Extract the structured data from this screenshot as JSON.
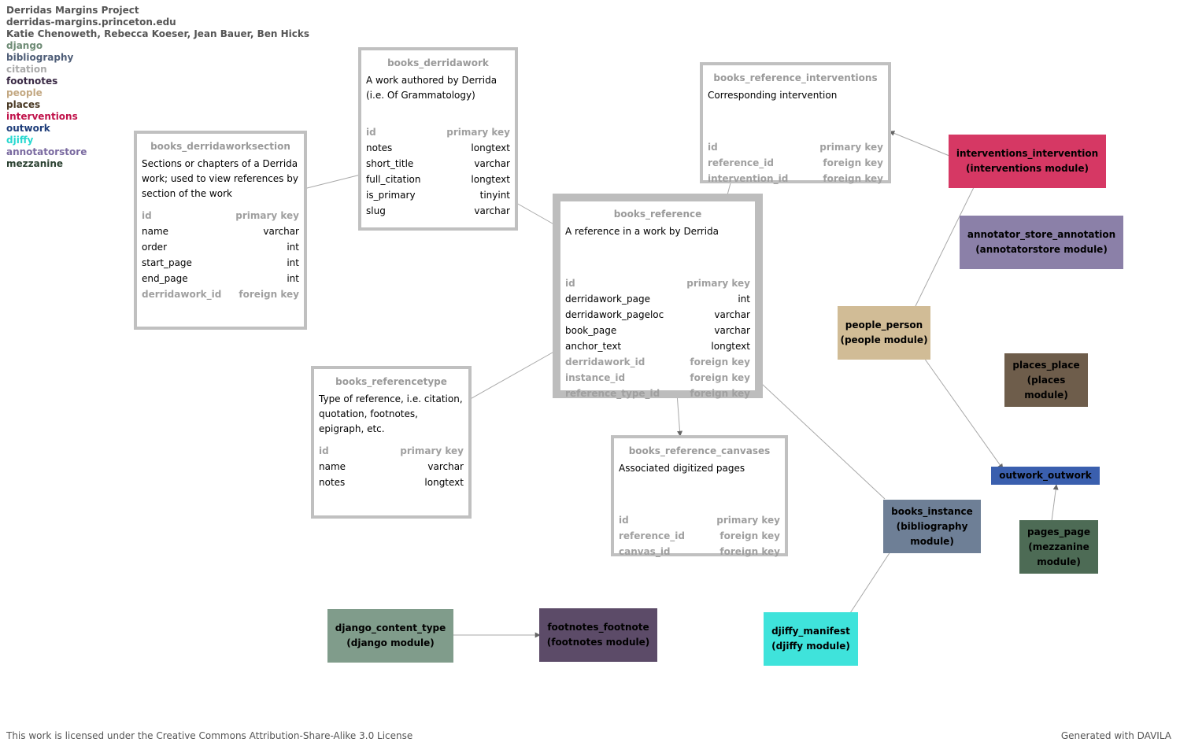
{
  "legend": [
    {
      "text": "Derridas Margins Project",
      "color": "#555555"
    },
    {
      "text": "derridas-margins.princeton.edu",
      "color": "#555555"
    },
    {
      "text": "Katie Chenoweth, Rebecca Koeser, Jean Bauer, Ben Hicks",
      "color": "#555555"
    },
    {
      "text": "django",
      "color": "#6e8b75"
    },
    {
      "text": "bibliography",
      "color": "#4f5e78"
    },
    {
      "text": "citation",
      "color": "#a9a9a9"
    },
    {
      "text": "footnotes",
      "color": "#3a2a45"
    },
    {
      "text": "people",
      "color": "#c3a882"
    },
    {
      "text": "places",
      "color": "#4a3a25"
    },
    {
      "text": "interventions",
      "color": "#c0124a"
    },
    {
      "text": "outwork",
      "color": "#1e3d7a"
    },
    {
      "text": "djiffy",
      "color": "#28d8d0"
    },
    {
      "text": "annotatorstore",
      "color": "#7a6aa0"
    },
    {
      "text": "mezzanine",
      "color": "#2a4030"
    }
  ],
  "tables": {
    "derridawork": {
      "name": "books_derridawork",
      "description": "A work authored by Derrida (i.e. Of Grammatology)",
      "fields": [
        {
          "name": "id",
          "type": "primary key",
          "key": true
        },
        {
          "name": "notes",
          "type": "longtext",
          "key": false
        },
        {
          "name": "short_title",
          "type": "varchar",
          "key": false
        },
        {
          "name": "full_citation",
          "type": "longtext",
          "key": false
        },
        {
          "name": "is_primary",
          "type": "tinyint",
          "key": false
        },
        {
          "name": "slug",
          "type": "varchar",
          "key": false
        }
      ]
    },
    "derridaworksection": {
      "name": "books_derridaworksection",
      "description": "Sections or chapters of a Derrida work; used to view references by section of the work",
      "fields": [
        {
          "name": "id",
          "type": "primary key",
          "key": true
        },
        {
          "name": "name",
          "type": "varchar",
          "key": false
        },
        {
          "name": "order",
          "type": "int",
          "key": false
        },
        {
          "name": "start_page",
          "type": "int",
          "key": false
        },
        {
          "name": "end_page",
          "type": "int",
          "key": false
        },
        {
          "name": "derridawork_id",
          "type": "foreign key",
          "key": true
        }
      ]
    },
    "reference_interventions": {
      "name": "books_reference_interventions",
      "description": "Corresponding intervention",
      "fields": [
        {
          "name": "id",
          "type": "primary key",
          "key": true
        },
        {
          "name": "reference_id",
          "type": "foreign key",
          "key": true
        },
        {
          "name": "intervention_id",
          "type": "foreign key",
          "key": true
        }
      ]
    },
    "reference": {
      "name": "books_reference",
      "description": "A reference in a work by Derrida",
      "fields": [
        {
          "name": "id",
          "type": "primary key",
          "key": true
        },
        {
          "name": "derridawork_page",
          "type": "int",
          "key": false
        },
        {
          "name": "derridawork_pageloc",
          "type": "varchar",
          "key": false
        },
        {
          "name": "book_page",
          "type": "varchar",
          "key": false
        },
        {
          "name": "anchor_text",
          "type": "longtext",
          "key": false
        },
        {
          "name": "derridawork_id",
          "type": "foreign key",
          "key": true
        },
        {
          "name": "instance_id",
          "type": "foreign key",
          "key": true
        },
        {
          "name": "reference_type_id",
          "type": "foreign key",
          "key": true
        }
      ]
    },
    "referencetype": {
      "name": "books_referencetype",
      "description": "Type of reference, i.e. citation, quotation, footnotes, epigraph, etc.",
      "fields": [
        {
          "name": "id",
          "type": "primary key",
          "key": true
        },
        {
          "name": "name",
          "type": "varchar",
          "key": false
        },
        {
          "name": "notes",
          "type": "longtext",
          "key": false
        }
      ]
    },
    "reference_canvases": {
      "name": "books_reference_canvases",
      "description": "Associated digitized pages",
      "fields": [
        {
          "name": "id",
          "type": "primary key",
          "key": true
        },
        {
          "name": "reference_id",
          "type": "foreign key",
          "key": true
        },
        {
          "name": "canvas_id",
          "type": "foreign key",
          "key": true
        }
      ]
    }
  },
  "modules": {
    "interventions": {
      "name": "interventions_intervention",
      "module": "(interventions module)",
      "color": "#d63864"
    },
    "annotator": {
      "name": "annotator_store_annotation",
      "module": "(annotatorstore module)",
      "color": "#8b80a8"
    },
    "people": {
      "name": "people_person",
      "module": "(people module)",
      "color": "#d1bc96"
    },
    "places": {
      "name": "places_place",
      "module": "(places module)",
      "color": "#6e5d4b"
    },
    "outwork": {
      "name": "outwork_outwork",
      "module": "",
      "color": "#3a5fae"
    },
    "pages": {
      "name": "pages_page",
      "module": "(mezzanine module)",
      "color": "#4d6b55"
    },
    "instance": {
      "name": "books_instance",
      "module": "(bibliography module)",
      "color": "#6e7f96"
    },
    "djiffy": {
      "name": "djiffy_manifest",
      "module": "(djiffy module)",
      "color": "#3fe3db"
    },
    "django": {
      "name": "django_content_type",
      "module": "(django module)",
      "color": "#809c8b"
    },
    "footnotes": {
      "name": "footnotes_footnote",
      "module": "(footnotes module)",
      "color": "#5c4b68"
    }
  },
  "footer": {
    "license": "This work is licensed under the Creative Commons Attribution-Share-Alike 3.0 License",
    "generated": "Generated with DAVILA"
  }
}
